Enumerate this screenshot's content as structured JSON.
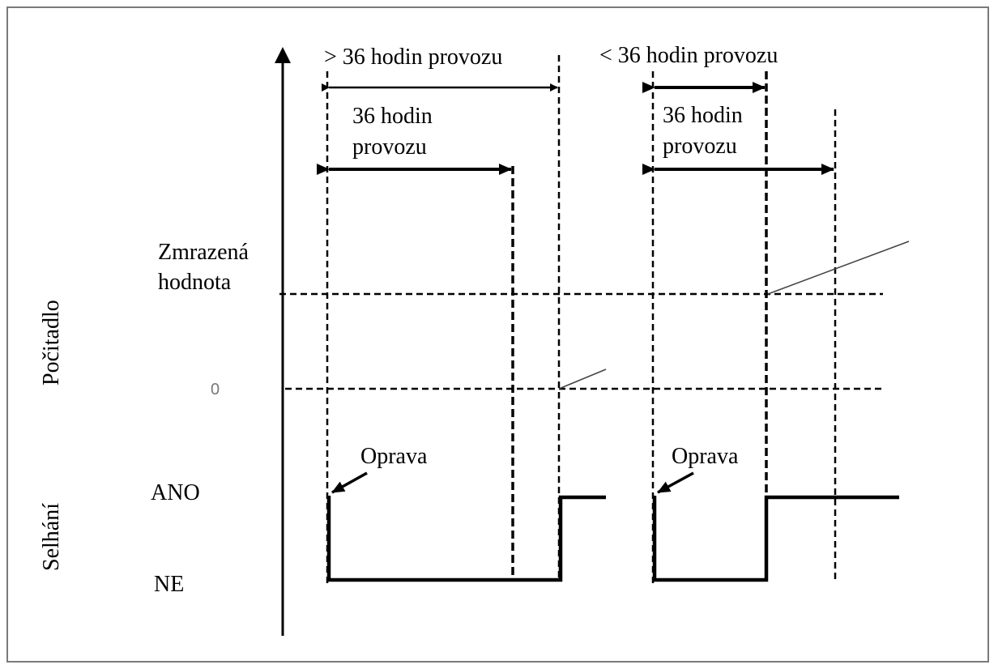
{
  "labels": {
    "top_left_span": "> 36 hodin provozu",
    "top_right_span": "< 36 hodin provozu",
    "left_36_line1": "36 hodin",
    "left_36_line2": "provozu",
    "right_36_line1": "36 hodin",
    "right_36_line2": "provozu",
    "frozen_line1": "Zmrazená",
    "frozen_line2": "hodnota",
    "zero": "0",
    "counter_axis": "Počitadlo",
    "failure_axis": "Selhání",
    "yes": "ANO",
    "no": "NE",
    "repair_left": "Oprava",
    "repair_right": "Oprava"
  }
}
